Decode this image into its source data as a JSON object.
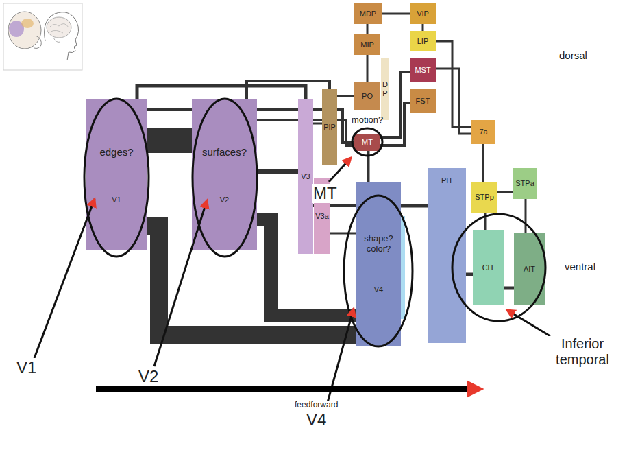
{
  "diagram": {
    "nodes": [
      {
        "text": [
          "edges?",
          "V1"
        ]
      },
      {
        "text": [
          "surfaces?",
          "V2"
        ]
      },
      {
        "text": [
          "V3"
        ]
      },
      {
        "text": [
          "V3a"
        ]
      },
      {
        "text": [
          "PIP"
        ]
      },
      {
        "text": [
          "PO"
        ]
      },
      {
        "text": [
          "MT"
        ]
      },
      {
        "text": [
          "MDP"
        ]
      },
      {
        "text": [
          "MIP"
        ]
      },
      {
        "text": [
          "D P"
        ]
      },
      {
        "text": [
          "VIP"
        ]
      },
      {
        "text": [
          "LIP"
        ]
      },
      {
        "text": [
          "MST"
        ]
      },
      {
        "text": [
          "FST"
        ]
      },
      {
        "text": [
          "7a"
        ]
      },
      {
        "text": [
          "shape? color?",
          "V4"
        ]
      },
      {
        "text": [
          "PIT"
        ]
      },
      {
        "text": [
          "CIT"
        ]
      },
      {
        "text": [
          "AIT"
        ]
      },
      {
        "text": [
          "STPp"
        ]
      },
      {
        "text": [
          "STPa"
        ]
      }
    ],
    "edges": [
      {
        "from": 0,
        "to": 1,
        "arrow": "none"
      },
      {
        "from": 0,
        "to": 15,
        "arrow": "none"
      },
      {
        "from": 1,
        "to": 15,
        "arrow": "none"
      },
      {
        "from": 1,
        "to": 2,
        "arrow": "none"
      },
      {
        "from": 0,
        "to": 6,
        "arrow": "none"
      },
      {
        "from": 1,
        "to": 6,
        "arrow": "none"
      },
      {
        "from": 2,
        "to": 15,
        "arrow": "none"
      },
      {
        "from": 2,
        "to": 4,
        "arrow": "none"
      },
      {
        "from": 4,
        "to": 5,
        "arrow": "none"
      },
      {
        "from": 5,
        "to": 8,
        "arrow": "none"
      },
      {
        "from": 8,
        "to": 7,
        "arrow": "none"
      },
      {
        "from": 6,
        "to": 12,
        "arrow": "none"
      },
      {
        "from": 6,
        "to": 13,
        "arrow": "none"
      },
      {
        "from": 7,
        "to": 10,
        "arrow": "none"
      },
      {
        "from": 10,
        "to": 11,
        "arrow": "none"
      },
      {
        "from": 11,
        "to": 14,
        "arrow": "none"
      },
      {
        "from": 12,
        "to": 14,
        "arrow": "none"
      },
      {
        "from": 14,
        "to": 19,
        "arrow": "none"
      },
      {
        "from": 19,
        "to": 20,
        "arrow": "none"
      },
      {
        "from": 20,
        "to": 18,
        "arrow": "none"
      },
      {
        "from": 19,
        "to": 17,
        "arrow": "none"
      },
      {
        "from": 15,
        "to": 16,
        "arrow": "none"
      },
      {
        "from": 16,
        "to": 17,
        "arrow": "none"
      },
      {
        "from": 17,
        "to": 18,
        "arrow": "none"
      },
      {
        "from": 3,
        "to": 15,
        "arrow": "none"
      },
      {
        "from": 15,
        "to": 6,
        "arrow": "none"
      },
      {
        "from": 0,
        "to": 2,
        "arrow": "none"
      },
      {
        "from": 1,
        "to": 4,
        "arrow": "none"
      }
    ],
    "labels": [
      "dorsal",
      "motion?",
      "ventral",
      "V1",
      "V2",
      "MT",
      "V4",
      "Inferior temporal",
      "feedforward"
    ]
  }
}
